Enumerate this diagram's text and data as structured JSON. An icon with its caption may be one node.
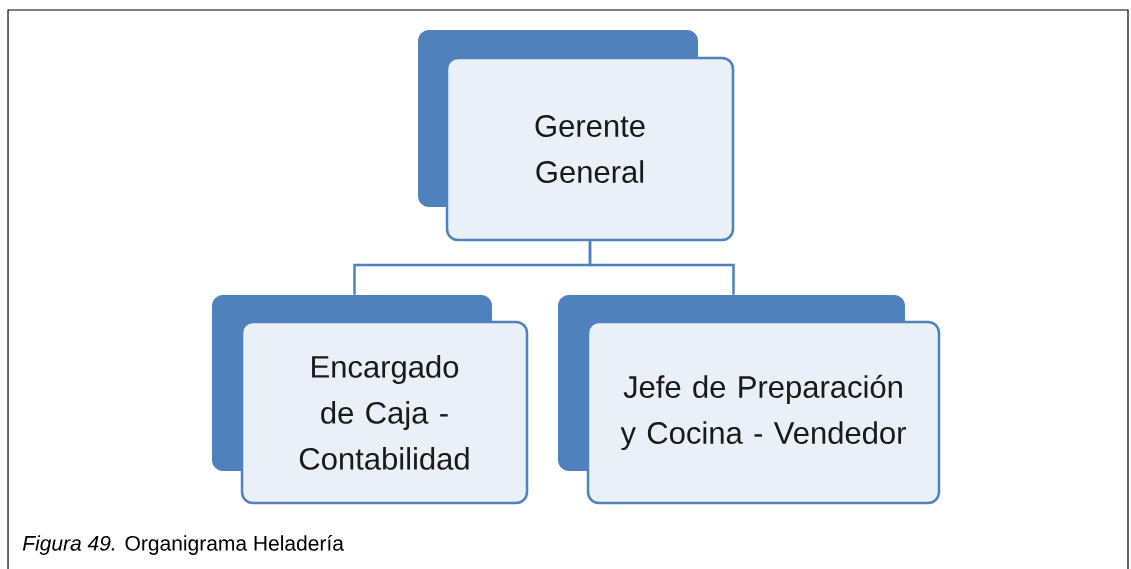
{
  "diagram": {
    "caption": "*Figura 49.*  Organigrama Heladería",
    "nodes": [
      {
        "text": [
          "Gerente General"
        ]
      },
      {
        "text": [
          "Encargado de Caja - Contabilidad"
        ]
      },
      {
        "text": [
          "Jefe de Preparación y Cocina - Vendedor"
        ]
      }
    ],
    "edges": [
      {
        "from": 0,
        "to": 1,
        "arrow": "none"
      },
      {
        "from": 0,
        "to": 2,
        "arrow": "none"
      }
    ]
  }
}
